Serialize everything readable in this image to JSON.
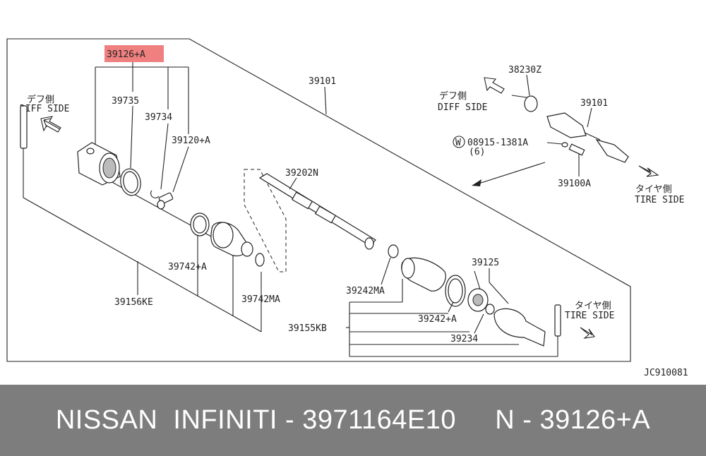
{
  "diagram": {
    "code": "JC910081",
    "highlight_part": "39126+A",
    "highlight_color": "#f08080",
    "parts": {
      "p39126a": "39126+A",
      "p39735": "39735",
      "p39734": "39734",
      "p39120a": "39120+A",
      "p39101": "39101",
      "p39202n": "39202N",
      "p39742a": "39742+A",
      "p39742ma": "39742MA",
      "p39156ke": "39156KE",
      "p39242ma": "39242MA",
      "p39242a": "39242+A",
      "p39155kb": "39155KB",
      "p39125": "39125",
      "p39234": "39234",
      "p38230z": "38230Z",
      "p39101_inset": "39101",
      "p08915": "08915-1381A",
      "p08915_qty": "(6)",
      "p08915_circle": "W",
      "p39100a": "39100A"
    },
    "side_labels": {
      "diff_side_jp": "デフ側",
      "diff_side": "DIFF SIDE",
      "tire_side_jp": "タイヤ側",
      "tire_side": "TIRE SIDE"
    }
  },
  "footer": {
    "text": "NISSAN  INFINITI - 3971164E10     N - 39126+A",
    "background": "#7d7d7d",
    "color": "#ffffff"
  }
}
